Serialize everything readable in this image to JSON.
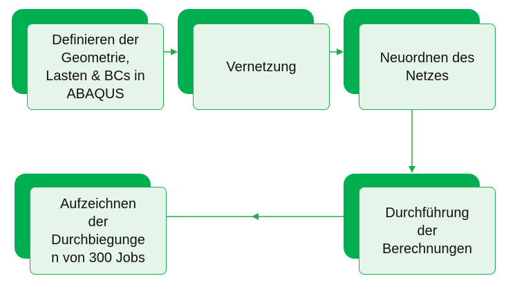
{
  "colors": {
    "accent": "#00b050",
    "box_fill": "#e6f5e9",
    "box_border": "#1faa4f",
    "arrow": "#1faa4f",
    "text": "#111111"
  },
  "steps": [
    {
      "label": "Definieren der\nGeometrie,\nLasten & BCs in\nABAQUS"
    },
    {
      "label": "Vernetzung"
    },
    {
      "label": "Neuordnen des\nNetzes"
    },
    {
      "label": "Durchführung\nder\nBerechnungen"
    },
    {
      "label": "Aufzeichnen\nder\nDurchbiegunge\nn von 300 Jobs"
    }
  ],
  "edges": [
    {
      "from": 0,
      "to": 1
    },
    {
      "from": 1,
      "to": 2
    },
    {
      "from": 2,
      "to": 3
    },
    {
      "from": 3,
      "to": 4
    }
  ]
}
